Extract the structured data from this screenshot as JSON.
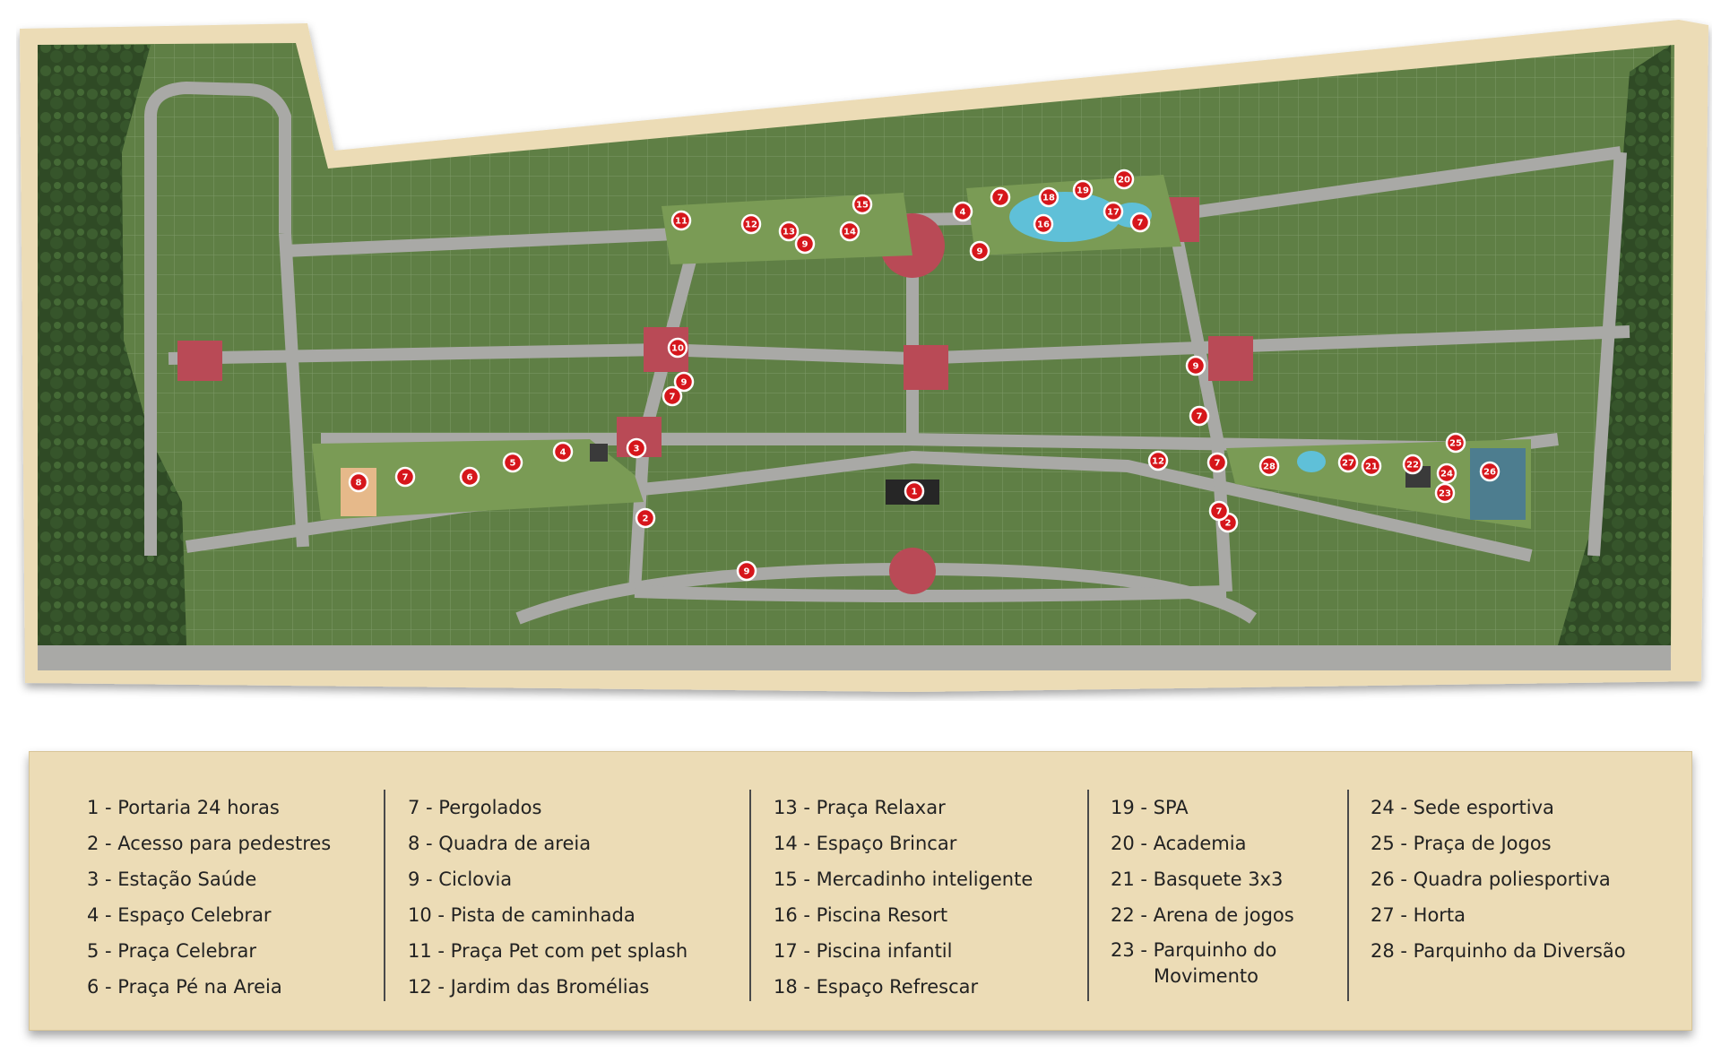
{
  "colors": {
    "paper": "#ecdcb6",
    "grass": "#5f7f45",
    "road": "#a9a9a6",
    "plaza": "#b94a56",
    "forest": "#2f4a25",
    "marker": "#d6161b"
  },
  "map": {
    "markers": [
      "1",
      "2",
      "2",
      "3",
      "4",
      "4",
      "5",
      "6",
      "7",
      "7",
      "7",
      "7",
      "7",
      "7",
      "7",
      "8",
      "9",
      "9",
      "9",
      "9",
      "9",
      "10",
      "11",
      "12",
      "12",
      "12",
      "13",
      "14",
      "15",
      "16",
      "17",
      "18",
      "19",
      "20",
      "21",
      "22",
      "23",
      "24",
      "25",
      "26",
      "27",
      "28"
    ]
  },
  "legend": {
    "columns": [
      [
        "1 - Portaria 24 horas",
        "2 - Acesso para pedestres",
        "3 - Estação Saúde",
        "4 - Espaço Celebrar",
        "5 - Praça Celebrar",
        "6 - Praça Pé na Areia"
      ],
      [
        "7 - Pergolados",
        "8 - Quadra de areia",
        "9 - Ciclovia",
        "10 - Pista de caminhada",
        "11 - Praça Pet com pet splash",
        "12 - Jardim das Bromélias"
      ],
      [
        "13 - Praça Relaxar",
        "14 - Espaço Brincar",
        "15 - Mercadinho inteligente",
        "16 - Piscina Resort",
        "17 - Piscina infantil",
        "18 - Espaço Refrescar"
      ],
      [
        "19 - SPA",
        "20 - Academia",
        "21 - Basquete 3x3",
        "22 - Arena de jogos",
        "23 - Parquinho do Movimento"
      ],
      [
        "24 - Sede esportiva",
        "25 - Praça de Jogos",
        "26 - Quadra poliesportiva",
        "27 - Horta",
        "28 - Parquinho da Diversão"
      ]
    ]
  }
}
